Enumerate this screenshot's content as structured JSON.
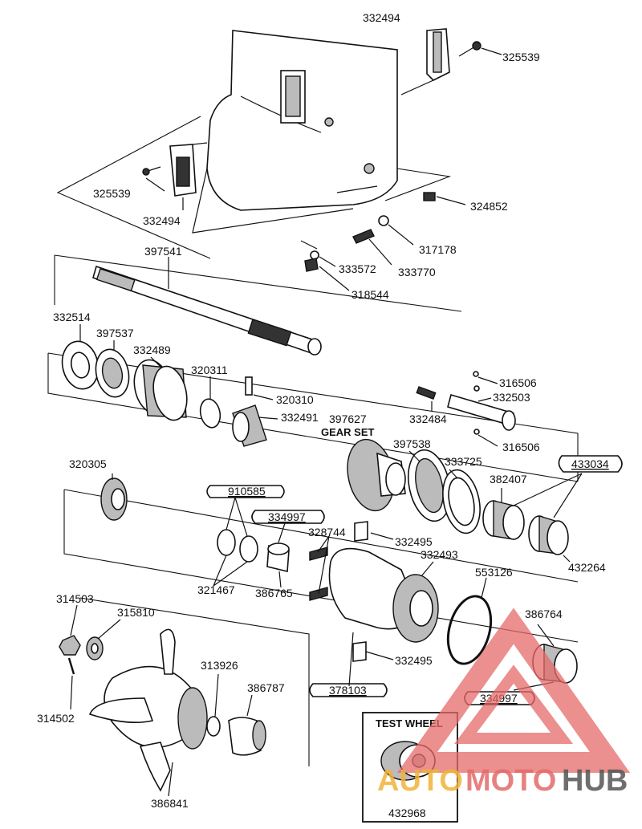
{
  "parts": [
    {
      "id": "p-332494-top",
      "label": "332494"
    },
    {
      "id": "p-325539-top",
      "label": "325539"
    },
    {
      "id": "p-325539-left",
      "label": "325539"
    },
    {
      "id": "p-332494-left",
      "label": "332494"
    },
    {
      "id": "p-324852",
      "label": "324852"
    },
    {
      "id": "p-317178",
      "label": "317178"
    },
    {
      "id": "p-333572",
      "label": "333572"
    },
    {
      "id": "p-333770",
      "label": "333770"
    },
    {
      "id": "p-318544",
      "label": "318544"
    },
    {
      "id": "p-397541",
      "label": "397541"
    },
    {
      "id": "p-332514",
      "label": "332514"
    },
    {
      "id": "p-397537",
      "label": "397537"
    },
    {
      "id": "p-332489",
      "label": "332489"
    },
    {
      "id": "p-320311",
      "label": "320311"
    },
    {
      "id": "p-320310",
      "label": "320310"
    },
    {
      "id": "p-332491",
      "label": "332491"
    },
    {
      "id": "p-397627",
      "label": "397627"
    },
    {
      "id": "p-316506-a",
      "label": "316506"
    },
    {
      "id": "p-332503",
      "label": "332503"
    },
    {
      "id": "p-332484",
      "label": "332484"
    },
    {
      "id": "p-316506-b",
      "label": "316506"
    },
    {
      "id": "p-397538",
      "label": "397538"
    },
    {
      "id": "p-333725",
      "label": "333725"
    },
    {
      "id": "p-382407",
      "label": "382407"
    },
    {
      "id": "p-320305",
      "label": "320305"
    },
    {
      "id": "p-328744",
      "label": "328744"
    },
    {
      "id": "p-332495-a",
      "label": "332495"
    },
    {
      "id": "p-332493",
      "label": "332493"
    },
    {
      "id": "p-432264",
      "label": "432264"
    },
    {
      "id": "p-321467",
      "label": "321467"
    },
    {
      "id": "p-386765",
      "label": "386765"
    },
    {
      "id": "p-553126",
      "label": "553126"
    },
    {
      "id": "p-386764",
      "label": "386764"
    },
    {
      "id": "p-314503",
      "label": "314503"
    },
    {
      "id": "p-315810",
      "label": "315810"
    },
    {
      "id": "p-332495-b",
      "label": "332495"
    },
    {
      "id": "p-313926",
      "label": "313926"
    },
    {
      "id": "p-386787",
      "label": "386787"
    },
    {
      "id": "p-314502",
      "label": "314502"
    },
    {
      "id": "p-386841",
      "label": "386841"
    },
    {
      "id": "p-432968",
      "label": "432968"
    }
  ],
  "tools": [
    {
      "id": "t-433034",
      "label": "433034"
    },
    {
      "id": "t-910585",
      "label": "910585"
    },
    {
      "id": "t-334997-a",
      "label": "334997"
    },
    {
      "id": "t-378103",
      "label": "378103"
    },
    {
      "id": "t-334997-b",
      "label": "334997"
    }
  ],
  "captions": {
    "gear_set": "GEAR SET",
    "test_wheel": "TEST WHEEL"
  },
  "watermark": {
    "part1": "AUTO",
    "part2": "MOTO",
    "part3": "HUB",
    "colors": {
      "auto": "#f0b33a",
      "moto": "#e46a6a",
      "hub": "#555555"
    }
  }
}
